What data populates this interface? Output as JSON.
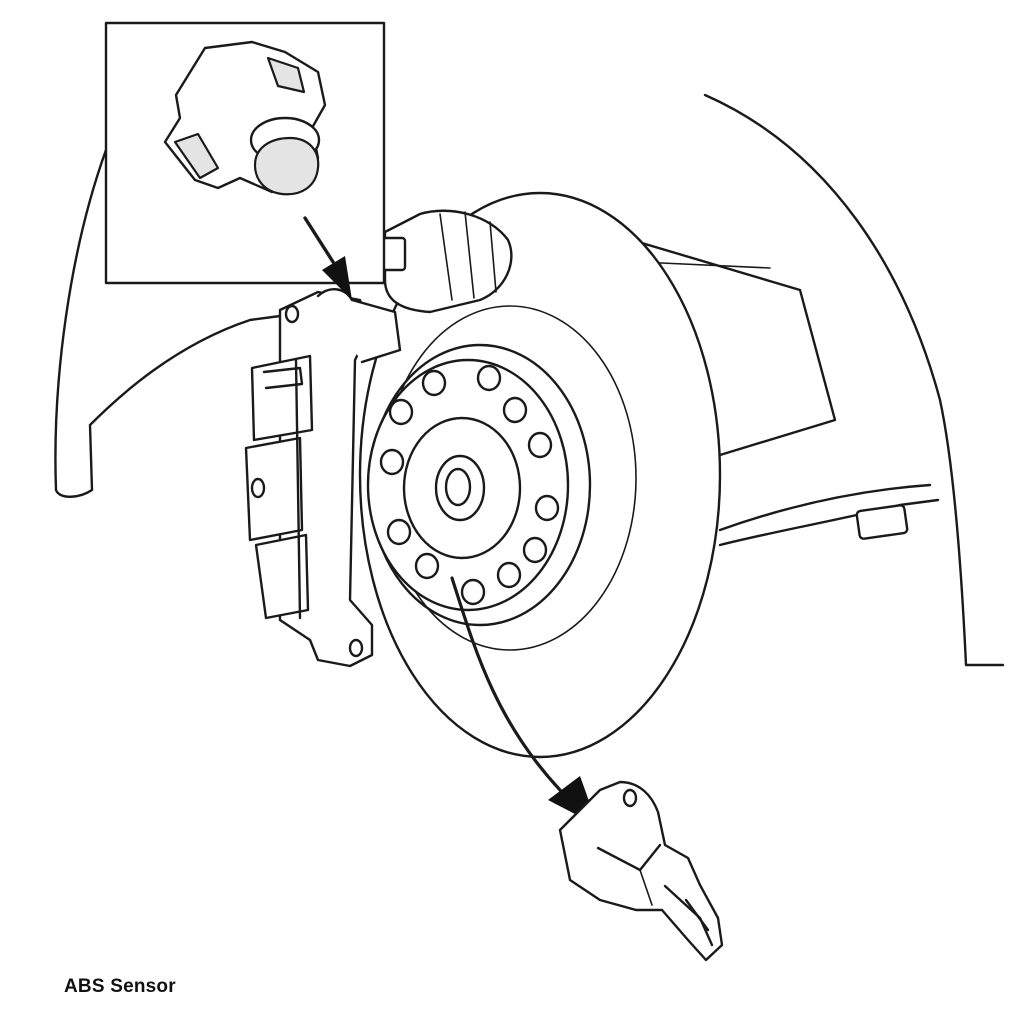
{
  "caption": "ABS Sensor",
  "colors": {
    "line": "#1a1a1a",
    "background": "#ffffff",
    "shade": "#e4e4e4"
  },
  "components": [
    "wheel-arch",
    "brake-disc",
    "wheel-hub",
    "brake-caliper",
    "abs-sensor",
    "inset-detail-box"
  ]
}
